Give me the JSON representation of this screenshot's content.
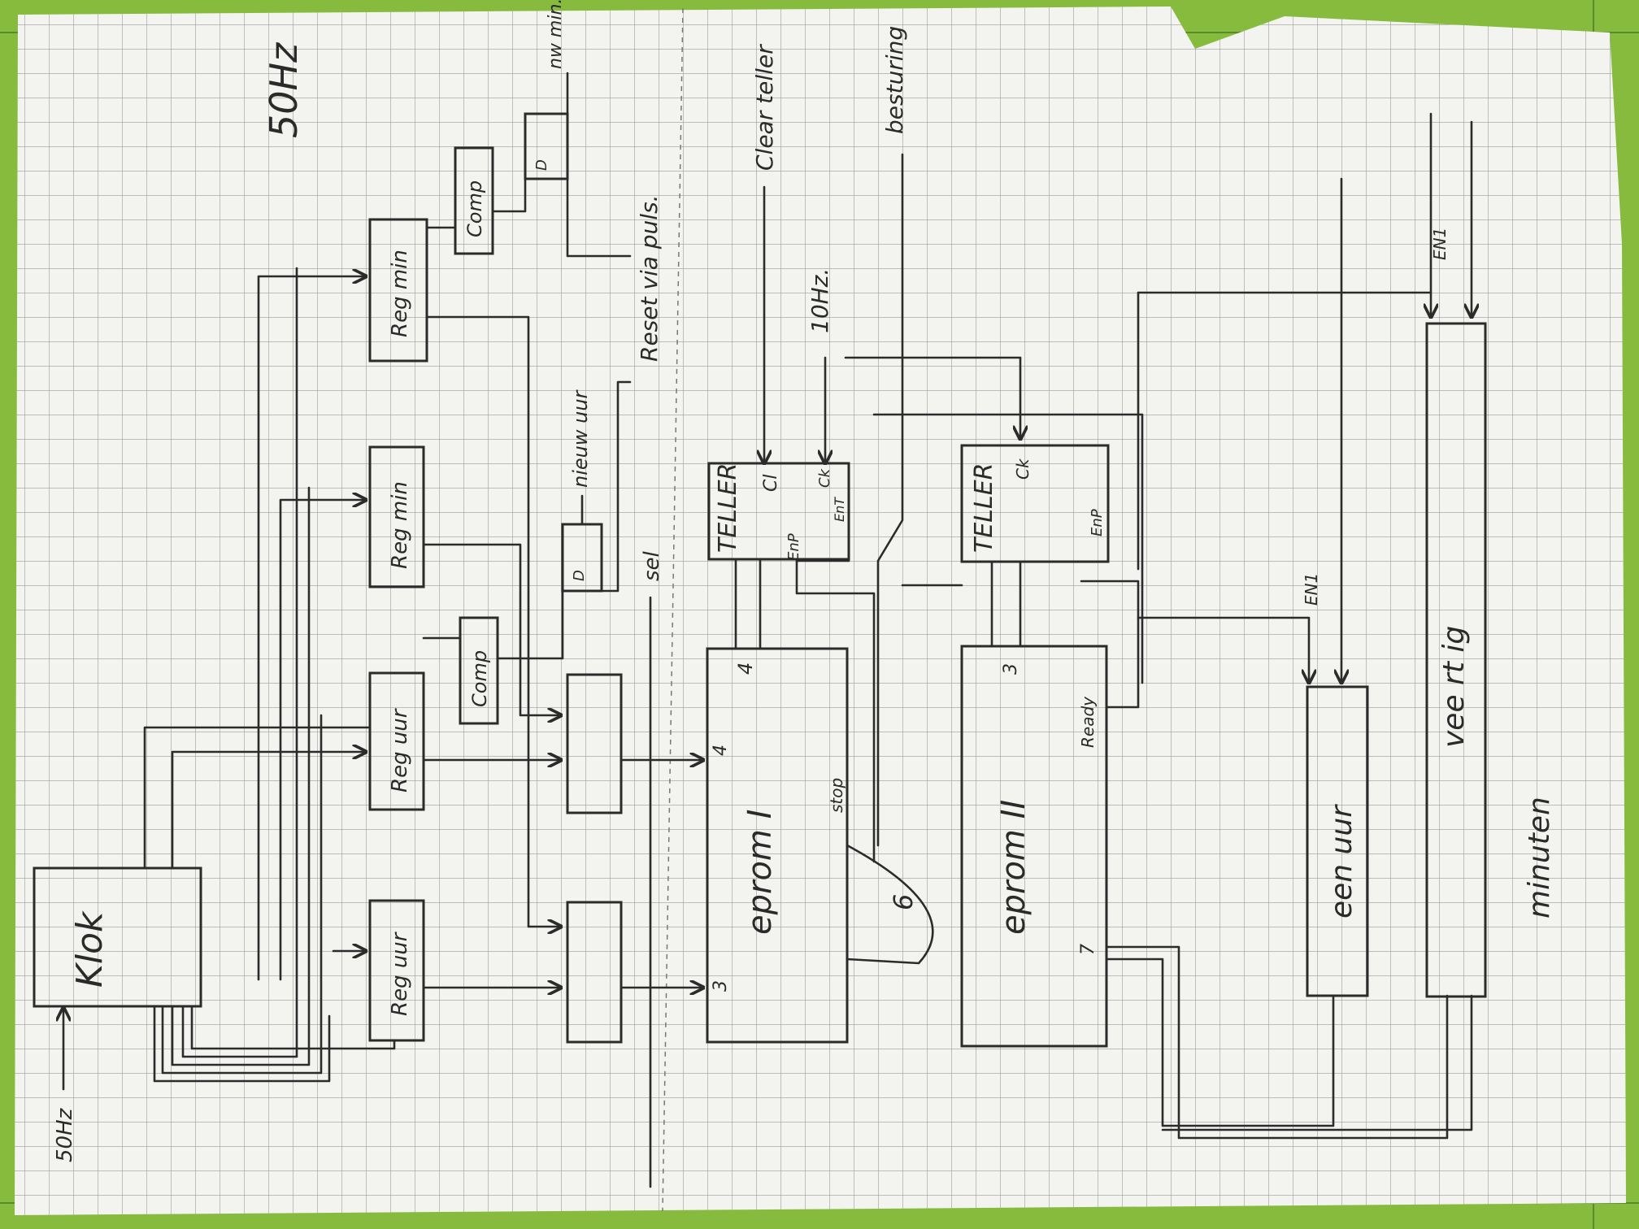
{
  "colors": {
    "cutting_mat": "#86bb3e",
    "paper": "#f3f3ef",
    "grid": "#9a9a9a",
    "ink": "#2b2b2b"
  },
  "labels": {
    "input_freq": "50Hz",
    "title_freq": "50Hz",
    "klok": "Klok",
    "reg_uur_1": "Reg uur",
    "reg_uur_2": "Reg uur",
    "reg_min_1": "Reg min",
    "reg_min_2": "Reg min",
    "comp_1": "Comp",
    "comp_2": "Comp",
    "nieuw_min": "nw min.",
    "nieuw_uur": "nieuw uur",
    "reset": "Reset via puls.",
    "sel": "sel",
    "clear_teller": "Clear teller",
    "freq_10hz": "10Hz.",
    "besturing": "besturing",
    "teller_1": "TELLER",
    "teller_2": "TELLER",
    "cl": "Cl",
    "ck": "Ck",
    "enp": "EnP",
    "ent": "EnT",
    "eprom_1": "eprom I",
    "eprom_2": "eprom II",
    "stop": "stop",
    "ready": "Ready",
    "num_4a": "4",
    "num_4b": "4",
    "num_3a": "3",
    "num_3b": "3",
    "num_6": "6",
    "num_7": "7",
    "en1_a": "EN1",
    "en1_b": "EN1",
    "een_uur": "een uur",
    "vier_kwartier": "vee rt ig",
    "minuten": "minuten"
  }
}
